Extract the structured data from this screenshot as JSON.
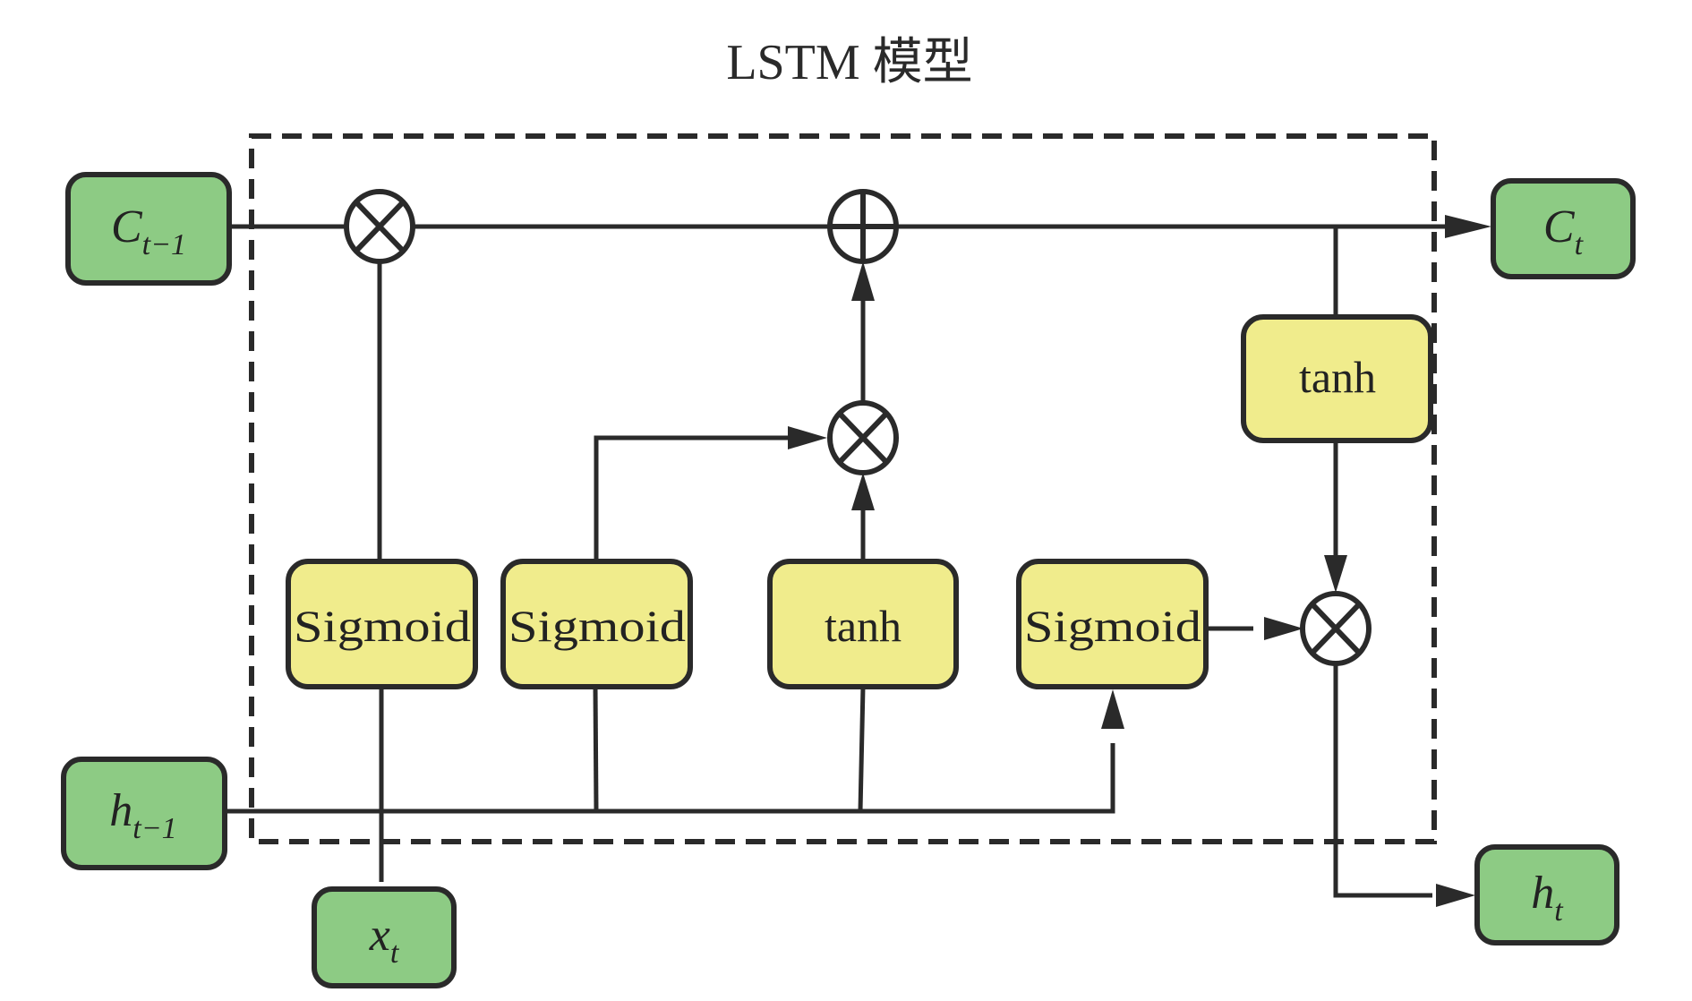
{
  "title": "LSTM 模型",
  "colors": {
    "input_output_fill": "#8DCB84",
    "activation_fill": "#F0EC8C",
    "stroke": "#2a2a2a",
    "background": "#ffffff"
  },
  "nodes": {
    "c_prev": {
      "base": "C",
      "sub": "t−1",
      "role": "previous cell state input"
    },
    "h_prev": {
      "base": "h",
      "sub": "t−1",
      "role": "previous hidden state input"
    },
    "x_t": {
      "base": "x",
      "sub": "t",
      "role": "current input"
    },
    "c_t": {
      "base": "C",
      "sub": "t",
      "role": "new cell state output"
    },
    "h_t": {
      "base": "h",
      "sub": "t",
      "role": "new hidden state output"
    }
  },
  "activations": {
    "forget_gate": "Sigmoid",
    "input_gate": "Sigmoid",
    "candidate": "tanh",
    "output_gate": "Sigmoid",
    "cell_tanh": "tanh"
  },
  "operators": {
    "forget_multiply": "multiply",
    "cell_add": "add",
    "input_multiply": "multiply",
    "output_multiply": "multiply"
  },
  "edges": [
    {
      "from": "c_prev",
      "to": "forget_multiply",
      "arrow": false
    },
    {
      "from": "forget_multiply",
      "to": "cell_add",
      "arrow": false
    },
    {
      "from": "cell_add",
      "to": "c_t",
      "arrow": true
    },
    {
      "from": "c_line",
      "to": "cell_tanh",
      "arrow": false
    },
    {
      "from": "cell_tanh",
      "to": "output_multiply",
      "arrow": true
    },
    {
      "from": "forget_gate",
      "to": "forget_multiply",
      "arrow": false
    },
    {
      "from": "input_gate",
      "to": "input_multiply",
      "arrow": true
    },
    {
      "from": "candidate",
      "to": "input_multiply",
      "arrow": true
    },
    {
      "from": "input_multiply",
      "to": "cell_add",
      "arrow": true
    },
    {
      "from": "output_gate",
      "to": "output_multiply",
      "arrow": true
    },
    {
      "from": "output_multiply",
      "to": "h_t",
      "arrow": true
    },
    {
      "from": "h_prev",
      "to": "input_gate",
      "arrow": false
    },
    {
      "from": "h_prev",
      "to": "candidate",
      "arrow": false
    },
    {
      "from": "h_prev",
      "to": "output_gate",
      "arrow": true
    },
    {
      "from": "x_t",
      "to": "forget_gate",
      "arrow": false
    }
  ]
}
